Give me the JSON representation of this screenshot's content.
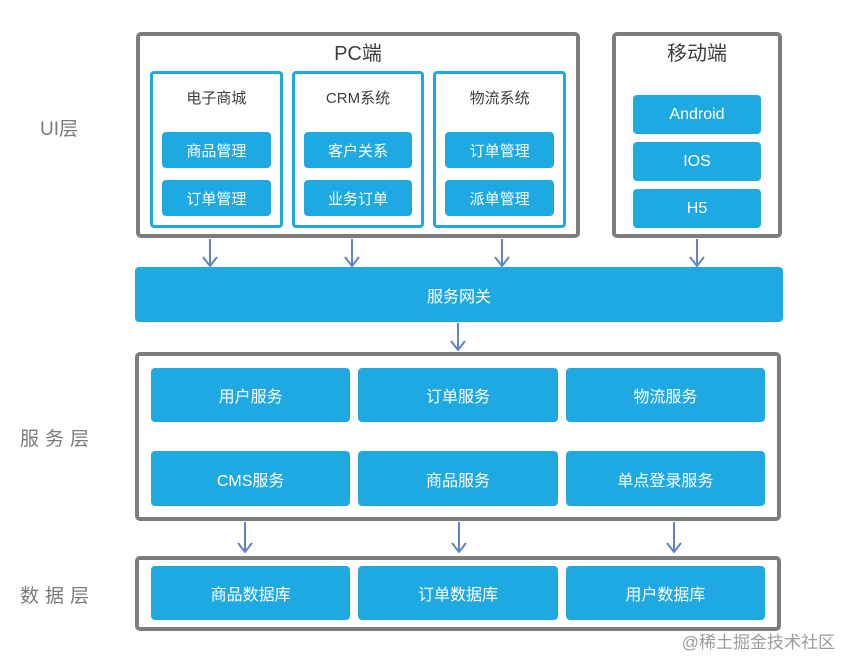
{
  "colors": {
    "accent_blue": "#1fa9e2",
    "box_border_gray": "#7d7d7d",
    "arrow_blue": "#5f83c5",
    "label_gray": "#7a7a7a",
    "watermark_gray": "#9c9c9c"
  },
  "layers": {
    "ui_label": "UI层",
    "service_label": "服务层",
    "data_label": "数据层"
  },
  "ui_layer": {
    "pc": {
      "title": "PC端",
      "groups": [
        {
          "title": "电子商城",
          "items": [
            "商品管理",
            "订单管理"
          ]
        },
        {
          "title": "CRM系统",
          "items": [
            "客户关系",
            "业务订单"
          ]
        },
        {
          "title": "物流系统",
          "items": [
            "订单管理",
            "派单管理"
          ]
        }
      ]
    },
    "mobile": {
      "title": "移动端",
      "items": [
        "Android",
        "IOS",
        "H5"
      ]
    }
  },
  "gateway": {
    "label": "服务网关"
  },
  "service_layer": {
    "rows": [
      [
        "用户服务",
        "订单服务",
        "物流服务"
      ],
      [
        "CMS服务",
        "商品服务",
        "单点登录服务"
      ]
    ]
  },
  "data_layer": {
    "items": [
      "商品数据库",
      "订单数据库",
      "用户数据库"
    ]
  },
  "watermark": "@稀土掘金技术社区"
}
